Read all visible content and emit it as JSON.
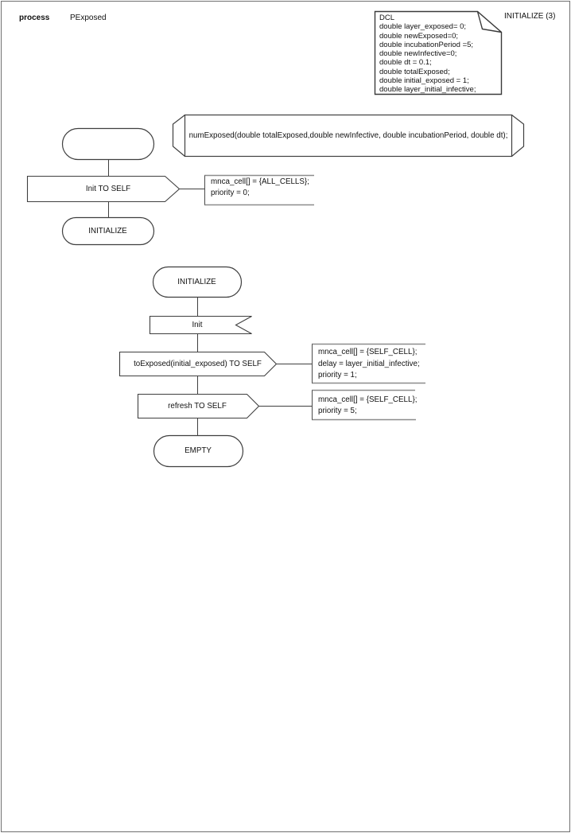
{
  "header": {
    "kind_label": "process",
    "process_name": "PExposed"
  },
  "page_label": "INITIALIZE (3)",
  "declarations": {
    "lines": [
      "DCL",
      "double layer_exposed= 0;",
      "double newExposed=0;",
      "double incubationPeriod =5;",
      "double newInfective=0;",
      "double dt = 0.1;",
      "double totalExposed;",
      "double initial_exposed = 1;",
      "double layer_initial_infective;"
    ]
  },
  "procedure_signature": "numExposed(double totalExposed,double newInfective, double incubationPeriod, double dt);",
  "flow1": {
    "output": "Init TO SELF",
    "comment_lines": [
      "mnca_cell[] = {ALL_CELLS};",
      "priority = 0;"
    ],
    "next_state": "INITIALIZE"
  },
  "flow2": {
    "state": "INITIALIZE",
    "input": "Init",
    "output1": "toExposed(initial_exposed) TO SELF",
    "comment1_lines": [
      "mnca_cell[] = {SELF_CELL};",
      "delay = layer_initial_infective;",
      "priority = 1;"
    ],
    "output2": "refresh TO SELF",
    "comment2_lines": [
      "mnca_cell[] = {SELF_CELL};",
      "priority = 5;"
    ],
    "end_state": "EMPTY"
  },
  "colors": {
    "shape_stroke": "#3f3f3f",
    "comment_stroke": "#8c8c8c",
    "page_border": "#707070",
    "background": "#ffffff"
  }
}
